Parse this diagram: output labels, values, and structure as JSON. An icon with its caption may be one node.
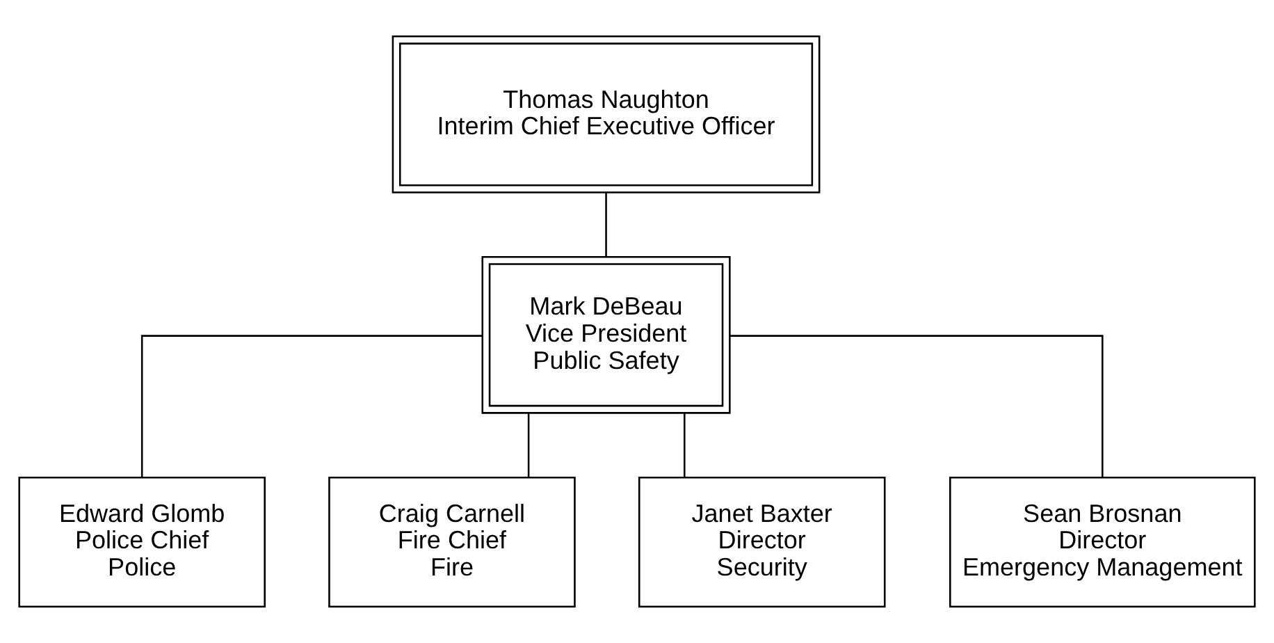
{
  "diagram": {
    "nodes": [
      {
        "text": [
          "Thomas Naughton",
          "Interim Chief Executive Officer"
        ]
      },
      {
        "text": [
          "Mark DeBeau",
          "Vice President",
          "Public Safety"
        ]
      },
      {
        "text": [
          "Edward Glomb",
          "Police Chief",
          "Police"
        ]
      },
      {
        "text": [
          "Craig Carnell",
          "Fire Chief",
          "Fire"
        ]
      },
      {
        "text": [
          "Janet Baxter",
          "Director",
          "Security"
        ]
      },
      {
        "text": [
          "Sean Brosnan",
          "Director",
          "Emergency Management"
        ]
      }
    ],
    "edges": [
      {
        "from": 0,
        "to": 1,
        "arrow": "none"
      },
      {
        "from": 1,
        "to": 2,
        "arrow": "none"
      },
      {
        "from": 1,
        "to": 3,
        "arrow": "none"
      },
      {
        "from": 1,
        "to": 4,
        "arrow": "none"
      },
      {
        "from": 1,
        "to": 5,
        "arrow": "none"
      }
    ]
  }
}
